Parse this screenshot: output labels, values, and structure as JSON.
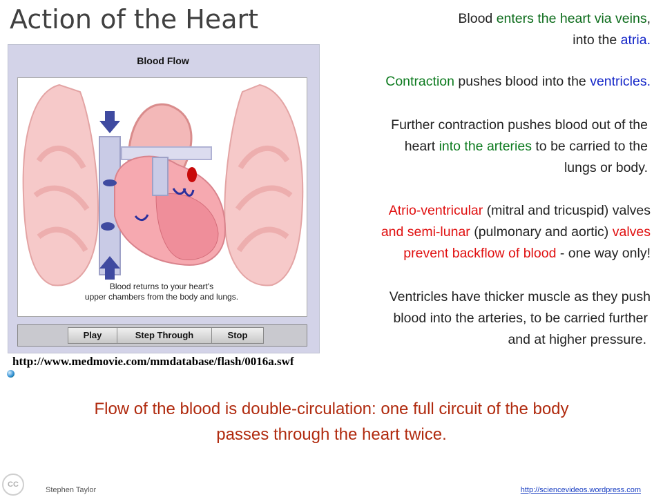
{
  "title": "Action of the Heart",
  "right_text": {
    "p1": {
      "a": "Blood ",
      "b": "enters the heart via veins",
      "c": ",",
      "d": "into the ",
      "e": "atria."
    },
    "p2": {
      "a": "Contraction",
      "b": " pushes blood into the ",
      "c": "ventricles",
      "d": "."
    },
    "p3": {
      "line1": "Further contraction pushes blood out of the",
      "line2a": "heart ",
      "line2b": "into the arteries",
      "line2c": " to be carried to the",
      "line3": "lungs or body."
    },
    "p4": {
      "l1a": "Atrio-ventricular",
      "l1b": " (mitral and tricuspid) valves",
      "l2a": "and semi-lunar",
      "l2b": " (pulmonary and aortic) ",
      "l2c": "valves",
      "l3a": "prevent backflow of blood",
      "l3b": " - one way only!"
    },
    "p5": {
      "line1": "Ventricles have thicker muscle as they push",
      "line2": "blood into the arteries, to be carried further",
      "line3": "and at higher pressure."
    }
  },
  "flash": {
    "title": "Blood Flow",
    "caption_line1": "Blood returns to your heart's",
    "caption_line2": "upper chambers from the body and lungs.",
    "buttons": {
      "play": "Play",
      "step": "Step Through",
      "stop": "Stop"
    }
  },
  "source_url": "http://www.medmovie.com/mmdatabase/flash/0016a.swf",
  "bottom": {
    "line1": "Flow of the blood is double-circulation: one full circuit of the body",
    "line2": "passes through the heart twice."
  },
  "footer": {
    "cc": "CC",
    "author": "Stephen Taylor",
    "link": "http://sciencevideos.wordpress.com"
  },
  "colors": {
    "green": "#0c7a1e",
    "blue": "#1426c8",
    "red": "#e01010",
    "bottom": "#b02a0e"
  }
}
